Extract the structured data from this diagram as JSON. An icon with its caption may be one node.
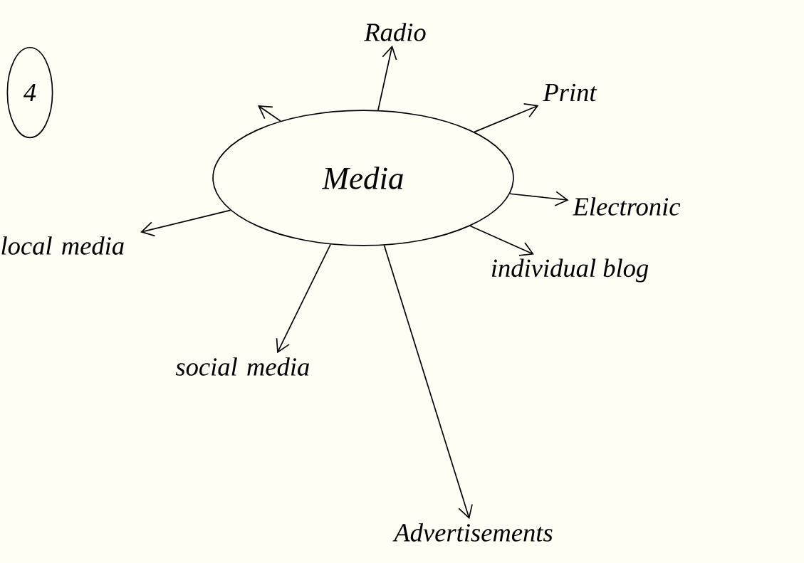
{
  "diagram": {
    "nodes": [
      {
        "text": [
          "Media"
        ]
      },
      {
        "text": [
          "Radio"
        ]
      },
      {
        "text": [
          "Print"
        ]
      },
      {
        "text": [
          "Electronic"
        ]
      },
      {
        "text": [
          "local media"
        ]
      },
      {
        "text": [
          "individual blog"
        ]
      },
      {
        "text": [
          "social media"
        ]
      },
      {
        "text": [
          "Advertisements"
        ]
      },
      {
        "text": [
          "4"
        ]
      }
    ],
    "edges": [
      {
        "from": 0,
        "to": null,
        "arrow": "to"
      },
      {
        "from": 0,
        "to": 1,
        "arrow": "to"
      },
      {
        "from": 0,
        "to": 2,
        "arrow": "to"
      },
      {
        "from": 0,
        "to": 3,
        "arrow": "to"
      },
      {
        "from": 0,
        "to": 4,
        "arrow": "to"
      },
      {
        "from": 0,
        "to": 6,
        "arrow": "to"
      },
      {
        "from": 0,
        "to": 5,
        "arrow": "to"
      },
      {
        "from": 0,
        "to": 7,
        "arrow": "to"
      }
    ]
  }
}
